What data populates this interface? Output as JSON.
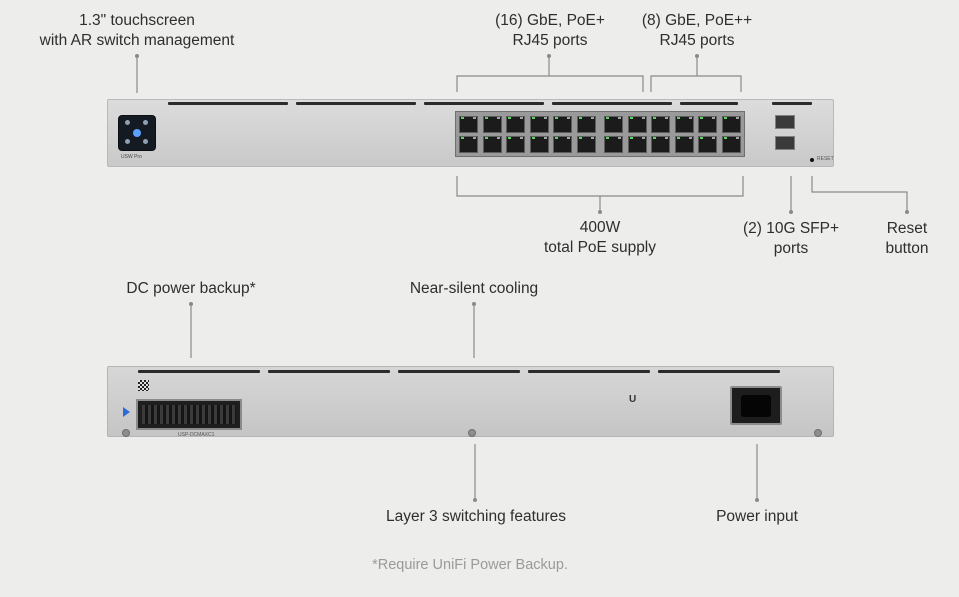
{
  "labels": {
    "touchscreen": [
      "1.3\" touchscreen",
      "with AR switch management"
    ],
    "gbe_poe_plus": [
      "(16) GbE, PoE+",
      "RJ45 ports"
    ],
    "gbe_poe_plus_plus": [
      "(8) GbE, PoE++",
      "RJ45 ports"
    ],
    "poe_supply": [
      "400W",
      "total PoE supply"
    ],
    "sfp_ports": [
      "(2) 10G SFP+",
      "ports"
    ],
    "reset_button": [
      "Reset",
      "button"
    ],
    "dc_power_backup": "DC power backup*",
    "cooling": "Near-silent cooling",
    "layer3": "Layer 3 switching features",
    "power_input": "Power input"
  },
  "footnote": "*Require UniFi Power Backup.",
  "device": {
    "front_model": "USW Pro",
    "front_reset": "RESET",
    "rear_connector_label": "USP-DCMAXC1"
  },
  "colors": {
    "background": "#ededec",
    "port_led": "#5fd35f",
    "rear_arrow": "#2d6ad8",
    "screen_accent": "#5aa0ff"
  }
}
